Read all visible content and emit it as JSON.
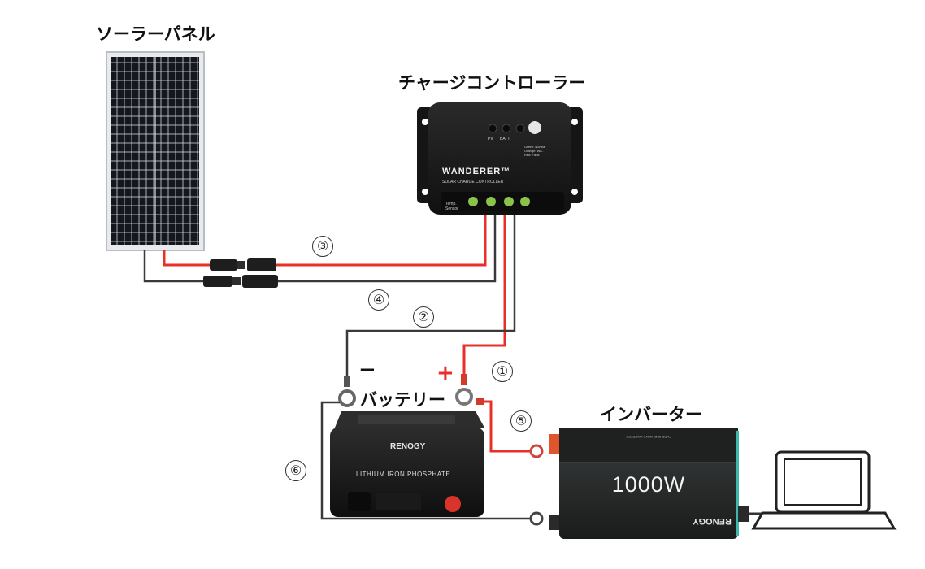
{
  "labels": {
    "solar_panel": "ソーラーパネル",
    "charge_controller": "チャージコントローラー",
    "battery": "バッテリー",
    "inverter": "インバーター"
  },
  "wire_numbers": [
    "①",
    "②",
    "③",
    "④",
    "⑤",
    "⑥"
  ],
  "polarity": {
    "minus": "−",
    "plus": "+"
  },
  "controller": {
    "brand": "WANDERER™",
    "subtitle": "SOLAR CHARGE CONTROLLER",
    "led_pv": "PV",
    "led_batt": "BATT",
    "status_lines": [
      "Green: Normal",
      "Orange: Wa..",
      "Red: Fault"
    ],
    "sensor_label_1": "Temp.",
    "sensor_label_2": "Sensor"
  },
  "battery": {
    "brand": "RENOGY",
    "type": "LITHIUM IRON PHOSPHATE"
  },
  "inverter": {
    "rating": "1000W",
    "brand": "RENOGY",
    "top_text": "PURE SINE WAVE INVERTER"
  },
  "colors": {
    "positive_wire": "#e8302a",
    "negative_wire": "#3a3a3a",
    "panel_cell": "#1a1c24",
    "device_body": "#1c1c1c",
    "inverter_accent": "#3fb7a9"
  }
}
